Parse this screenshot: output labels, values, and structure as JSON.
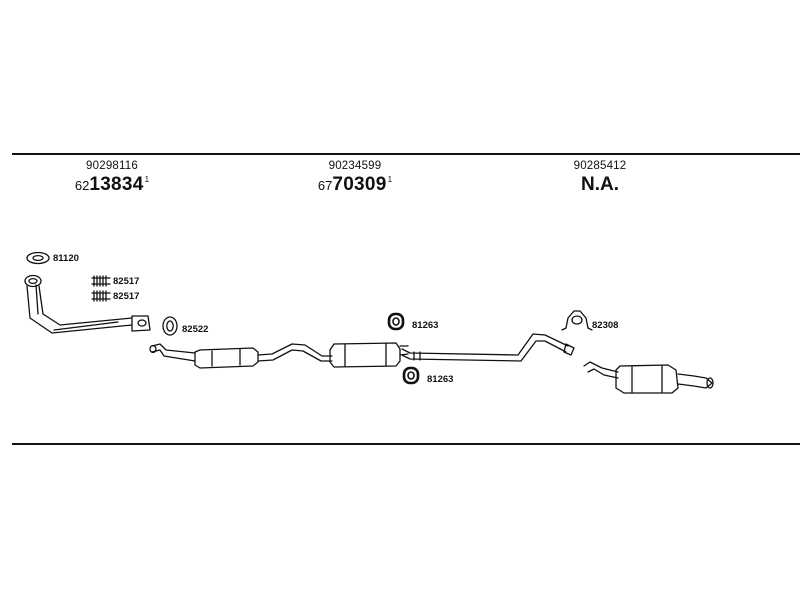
{
  "columns": [
    {
      "ref": "90298116",
      "prefix": "62",
      "number": "13834",
      "sup": "1"
    },
    {
      "ref": "90234599",
      "prefix": "67",
      "number": "70309",
      "sup": "1"
    },
    {
      "ref": "90285412",
      "na": "N.A."
    }
  ],
  "parts": {
    "gasket_front": "81120",
    "bolt_a": "82517",
    "bolt_b": "82517",
    "ring": "82522",
    "hanger_top": "81263",
    "hanger_bottom": "81263",
    "clamp": "82308"
  }
}
